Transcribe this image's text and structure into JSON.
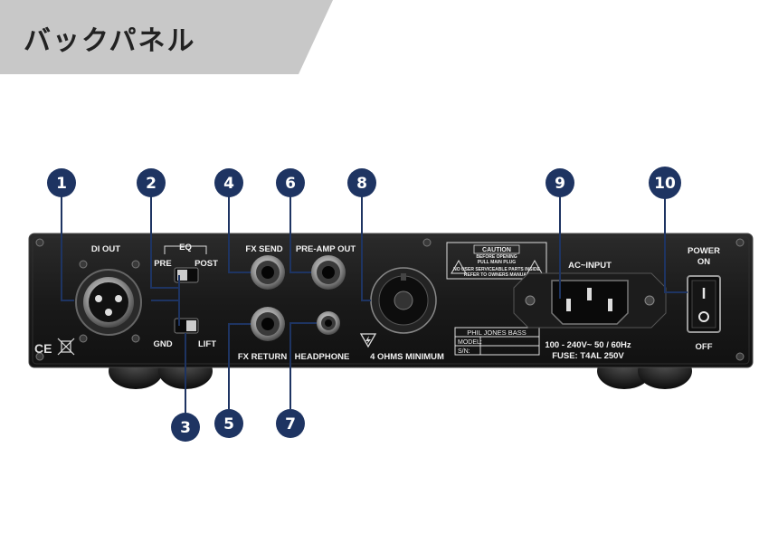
{
  "title": "バックパネル",
  "colors": {
    "badge": "#1e3462",
    "banner": "#c8c8c8",
    "panel": "#1b1b1b"
  },
  "panel": {
    "di_out": "DI OUT",
    "eq": "EQ",
    "pre": "PRE",
    "post": "POST",
    "gnd": "GND",
    "lift": "LIFT",
    "fx_send": "FX SEND",
    "fx_return": "FX RETURN",
    "pre_amp_out": "PRE-AMP OUT",
    "headphone": "HEADPHONE",
    "ohms": "4 OHMS MINIMUM",
    "caution": "CAUTION",
    "caution_line1": "BEFORE OPENING",
    "caution_line2": "PULL MAIN PLUG",
    "caution_line3": "NO USER SERVICEABLE PARTS INSIDE",
    "caution_line4": "REFER TO OWNERS MANUAL",
    "brand": "PHIL JONES BASS",
    "model": "MODEL:",
    "sn": "S/N:",
    "ac_input": "AC~INPUT",
    "voltage": "100 - 240V~  50 / 60Hz",
    "fuse": "FUSE: T4AL 250V",
    "power": "POWER",
    "on": "ON",
    "off": "OFF",
    "ce": "CE"
  },
  "badges": [
    "1",
    "2",
    "3",
    "4",
    "5",
    "6",
    "7",
    "8",
    "9",
    "10"
  ]
}
